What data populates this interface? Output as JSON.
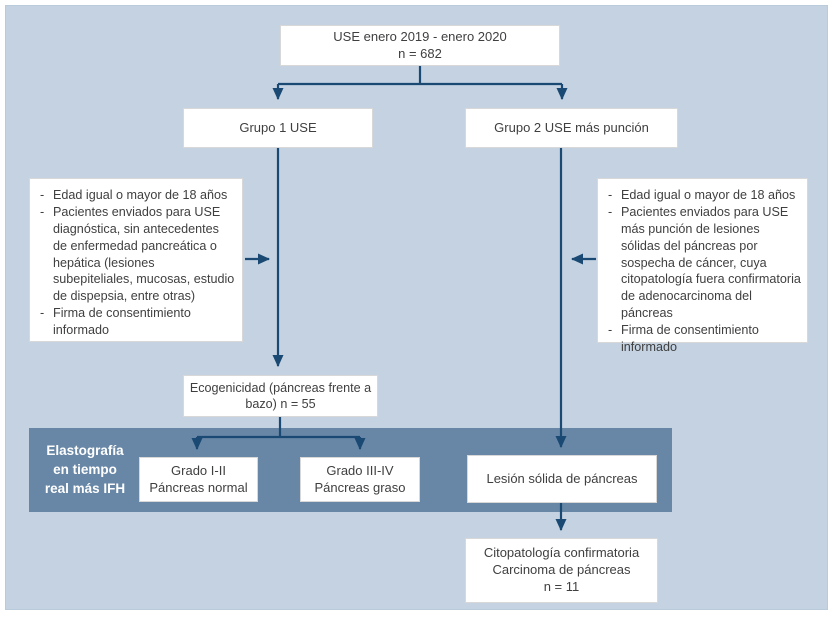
{
  "colors": {
    "panel_background": "#c4d2e1",
    "band_background": "#6887a6",
    "arrow_line": "#1a4a73",
    "box_background": "#ffffff",
    "text": "#3f3f3f",
    "band_text": "#ffffff"
  },
  "flowchart": {
    "top_box": {
      "title": "USE enero 2019 - enero 2020",
      "n": "n = 682"
    },
    "group1": {
      "label": "Grupo 1 USE"
    },
    "group2": {
      "label": "Grupo 2 USE más punción"
    },
    "criteria_left": {
      "items": [
        "Edad igual o mayor de 18 años",
        "Pacientes enviados para USE diagnóstica, sin antecedentes de enfermedad pancreática o hepática (lesiones subepiteliales, mucosas, estudio de dispepsia, entre otras)",
        "Firma de consentimiento informado"
      ]
    },
    "criteria_right": {
      "items": [
        "Edad igual o mayor de 18 años",
        "Pacientes enviados para USE más punción de lesiones sólidas del páncreas por sospecha de cáncer, cuya citopatología fuera confirmatoria de adenocarcinoma del páncreas",
        "Firma de consentimiento informado"
      ]
    },
    "ecogenicity": {
      "label": "Ecogenicidad (páncreas frente a bazo) n = 55"
    },
    "band": {
      "label_lines": [
        "Elastografía",
        "en tiempo",
        "real más IFH"
      ]
    },
    "grade12": {
      "line1": "Grado I-II",
      "line2": "Páncreas normal"
    },
    "grade34": {
      "line1": "Grado III-IV",
      "line2": "Páncreas graso"
    },
    "solid_lesion": {
      "label": "Lesión sólida de páncreas"
    },
    "cytopathology": {
      "line1": "Citopatología confirmatoria",
      "line2": "Carcinoma de páncreas",
      "line3": "n = 11"
    }
  }
}
